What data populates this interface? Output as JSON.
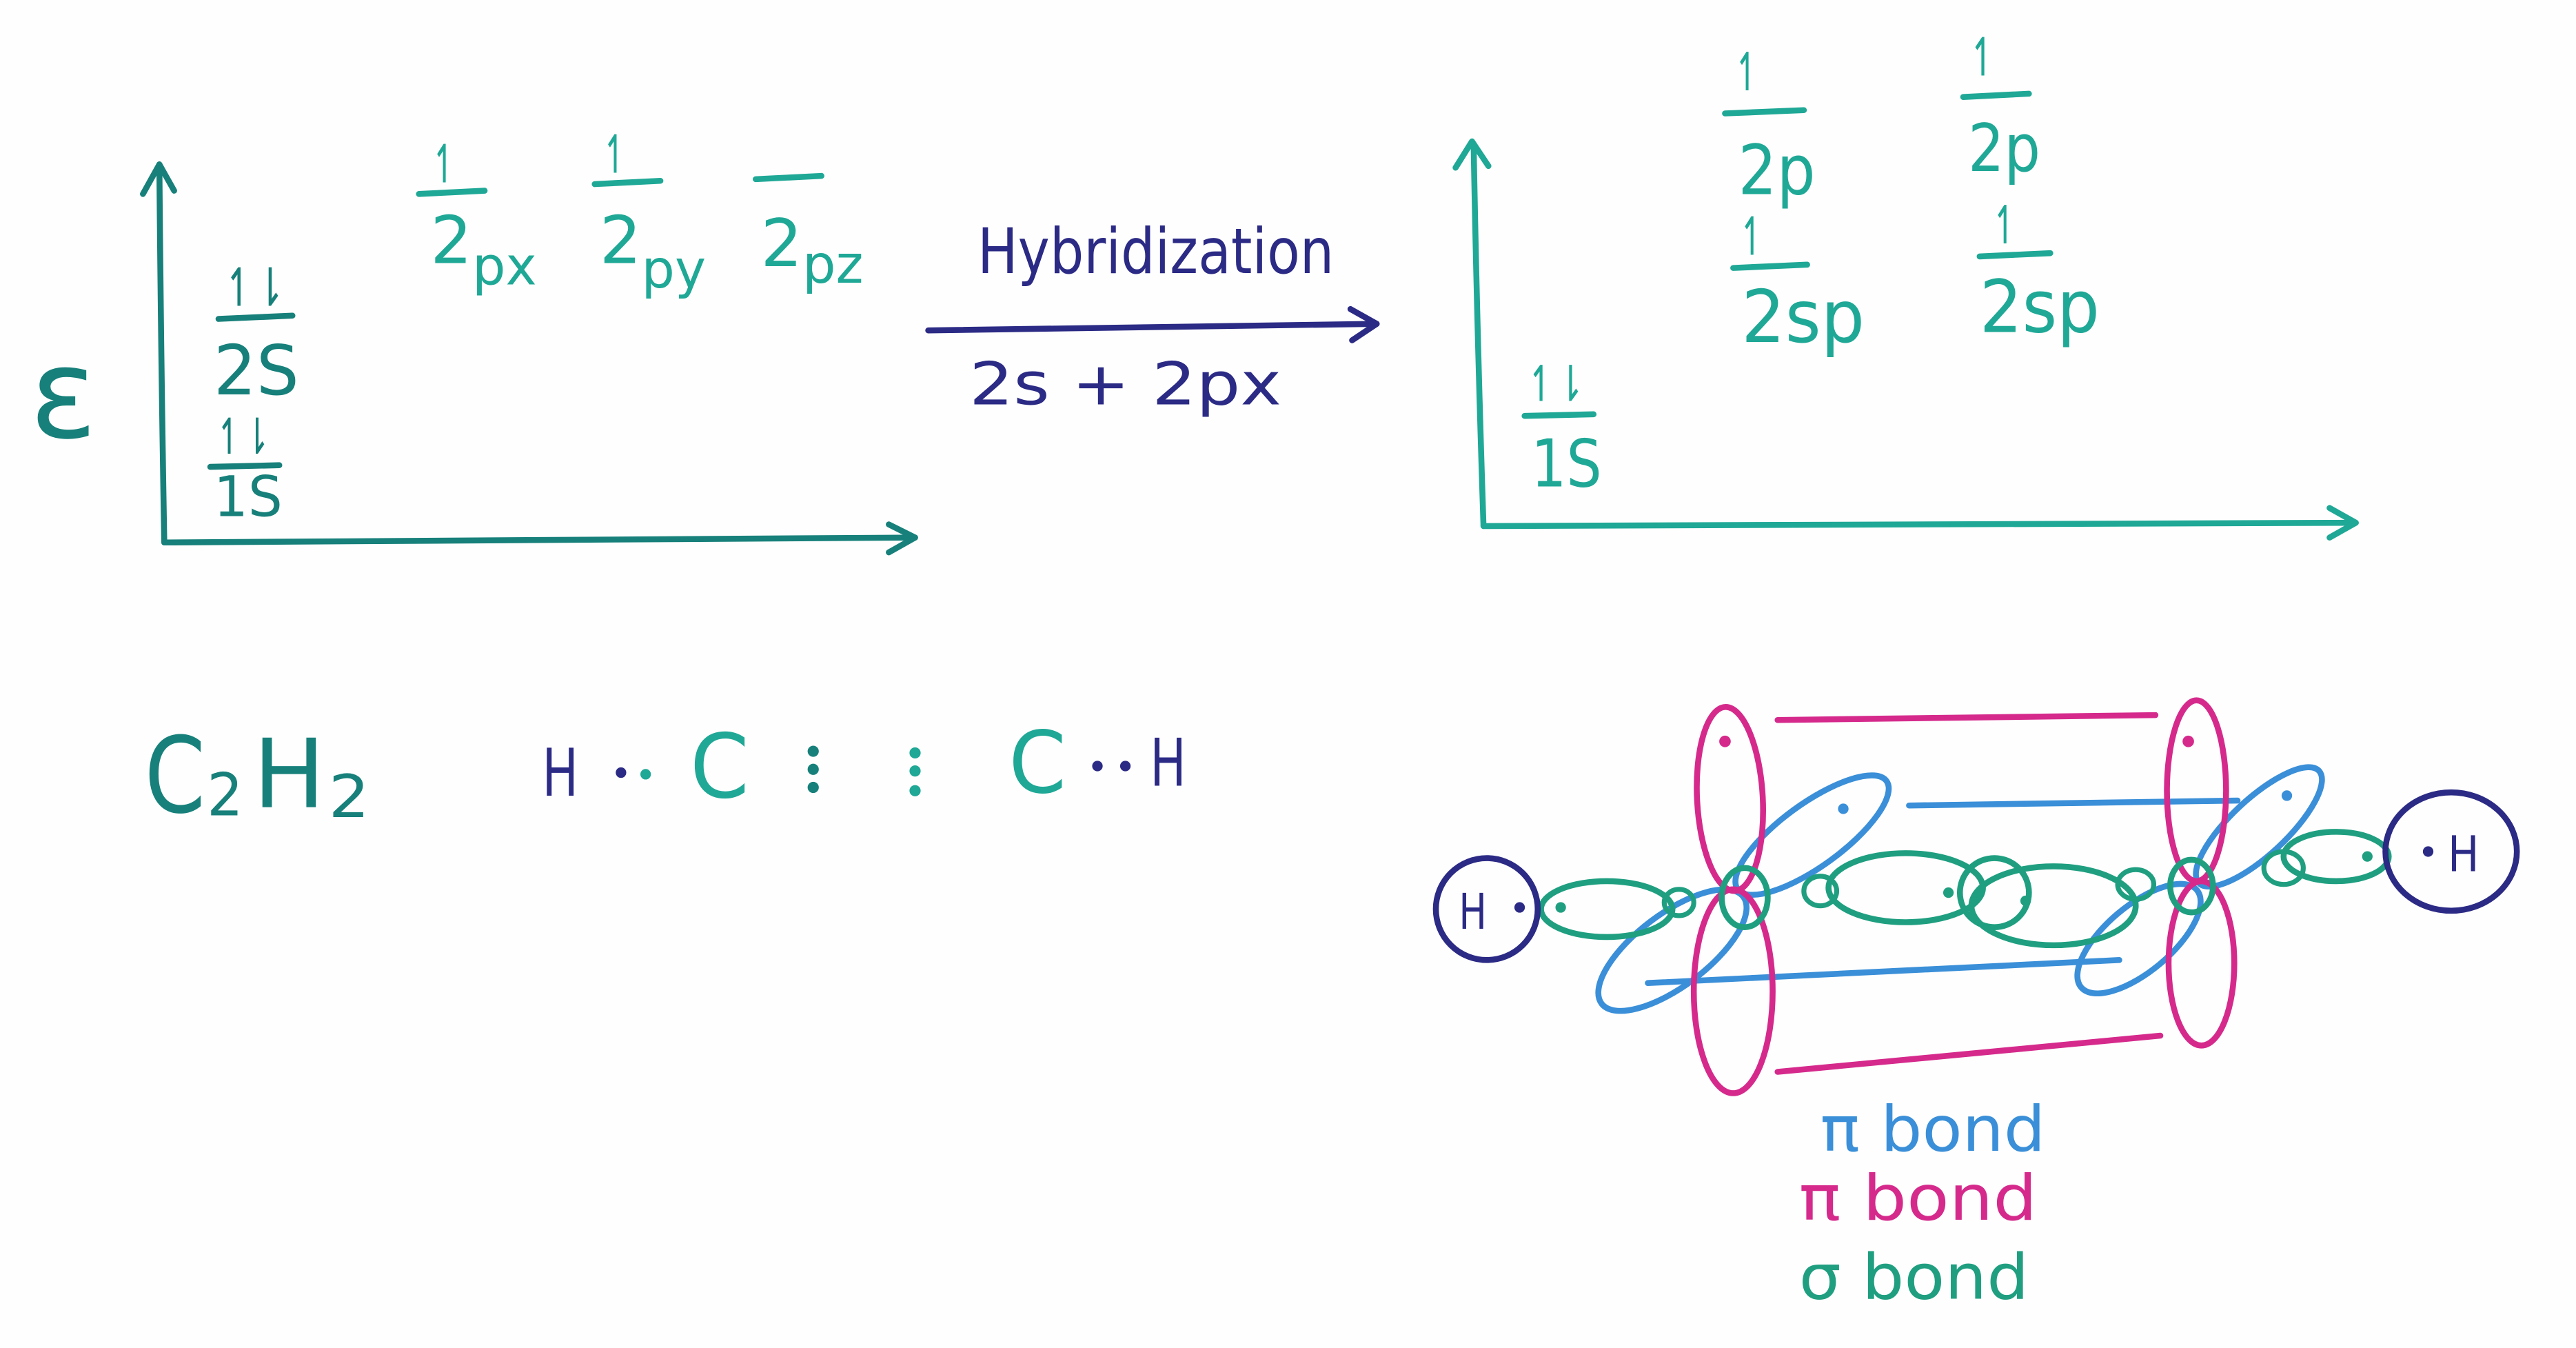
{
  "colors": {
    "navy": "#2b2a85",
    "teal_dark": "#17807a",
    "teal": "#1fa896",
    "green": "#1f9f80",
    "blue": "#3a8fd8",
    "magenta": "#d52a8c",
    "background": "#fefefe"
  },
  "energy_axis": {
    "label": "ε"
  },
  "ground_state": {
    "orbitals": [
      {
        "electrons": "↿⇂",
        "label": "1S"
      },
      {
        "electrons": "↿⇂",
        "label": "2S"
      },
      {
        "electrons": "↿",
        "label": "2",
        "subscript": "px"
      },
      {
        "electrons": "↿",
        "label": "2",
        "subscript": "py"
      },
      {
        "label": "2",
        "subscript": "pz"
      }
    ]
  },
  "transition": {
    "title": "Hybridization",
    "subtitle": "2s + 2px"
  },
  "hybridized_state": {
    "orbitals": [
      {
        "electrons": "↿⇂",
        "label": "1S"
      },
      {
        "electrons": "↿",
        "label": "2sp"
      },
      {
        "electrons": "↿",
        "label": "2sp"
      },
      {
        "electrons": "↿",
        "label": "2p"
      },
      {
        "electrons": "↿",
        "label": "2p"
      }
    ]
  },
  "molecule": {
    "formula": [
      {
        "symbol": "C",
        "count": "2"
      },
      {
        "symbol": "H",
        "count": "2"
      }
    ],
    "lewis_structure": {
      "atoms": [
        "H",
        "C",
        "C",
        "H"
      ]
    }
  },
  "orbital_overlap": {
    "atoms": [
      "H",
      "H"
    ],
    "legend": [
      {
        "label": "π bond",
        "color": "blue"
      },
      {
        "label": "π bond",
        "color": "magenta"
      },
      {
        "label": "σ bond",
        "color": "green"
      }
    ]
  }
}
